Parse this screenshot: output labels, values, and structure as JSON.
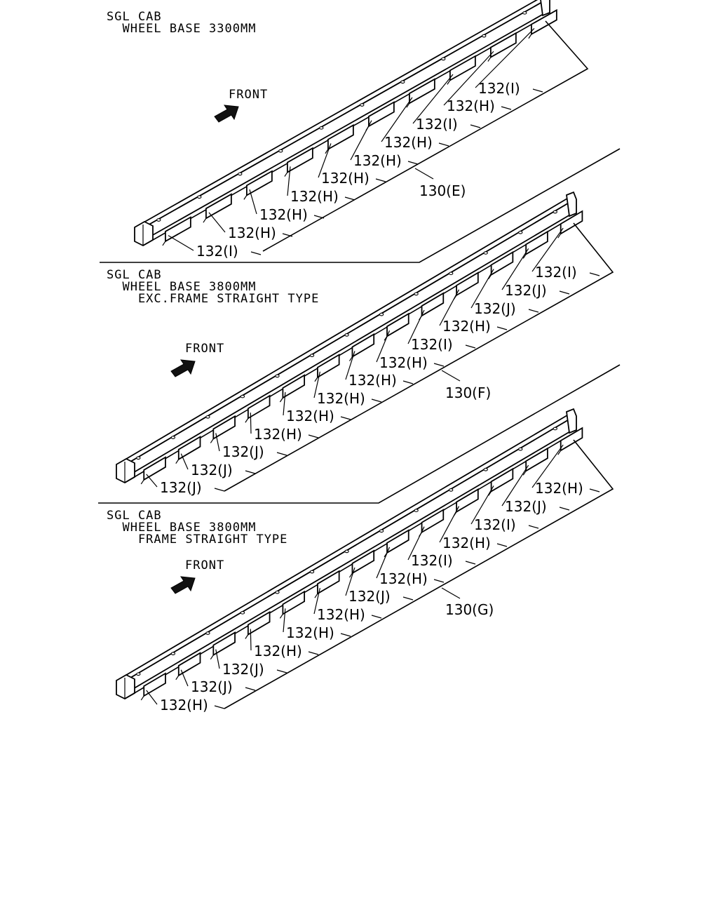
{
  "sections": [
    {
      "id": "wb3300",
      "notes": [
        "SGL CAB",
        "  WHEEL BASE 3300MM"
      ],
      "front_label": "FRONT",
      "assembly_label": "130(E)",
      "callouts": [
        "132(I)",
        "132(H)",
        "132(H)",
        "132(H)",
        "132(H)",
        "132(H)",
        "132(H)",
        "132(I)",
        "132(H)",
        "132(I)"
      ]
    },
    {
      "id": "wb3800-exc",
      "notes": [
        "SGL CAB",
        "  WHEEL BASE 3800MM",
        "    EXC.FRAME STRAIGHT TYPE"
      ],
      "front_label": "FRONT",
      "assembly_label": "130(F)",
      "callouts": [
        "132(J)",
        "132(J)",
        "132(J)",
        "132(H)",
        "132(H)",
        "132(H)",
        "132(H)",
        "132(H)",
        "132(I)",
        "132(H)",
        "132(J)",
        "132(J)",
        "132(I)"
      ]
    },
    {
      "id": "wb3800-straight",
      "notes": [
        "SGL CAB",
        "  WHEEL BASE 3800MM",
        "    FRAME STRAIGHT TYPE"
      ],
      "front_label": "FRONT",
      "assembly_label": "130(G)",
      "callouts": [
        "132(H)",
        "132(J)",
        "132(J)",
        "132(H)",
        "132(H)",
        "132(H)",
        "132(J)",
        "132(H)",
        "132(I)",
        "132(H)",
        "132(I)",
        "132(J)",
        "132(H)"
      ]
    }
  ]
}
